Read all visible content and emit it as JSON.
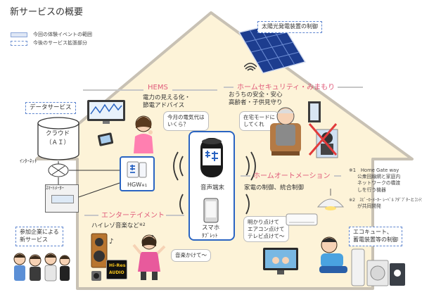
{
  "title": "新サービスの概要",
  "legend": {
    "solid": "今回の体験イベントの範囲",
    "dashed": "今後のサービス拡張部分"
  },
  "solar": {
    "label": "太陽光発電装置の制御"
  },
  "data_service": {
    "label": "データサービス"
  },
  "cloud": {
    "line1": "クラウド",
    "line2": "（ＡＩ）"
  },
  "internet": {
    "label": "ｲﾝﾀｰﾈｯﾄ"
  },
  "smart_meter": {
    "label": "ｽﾏｰﾄﾒｰﾀｰ"
  },
  "hgw": {
    "label": "HGW",
    "mark": "※1"
  },
  "partners": {
    "line1": "参加企業による",
    "line2": "新サービス"
  },
  "hems": {
    "title": "HEMS",
    "desc1": "電力の見える化・",
    "desc2": "節電アドバイス",
    "bubble1": "今月の電気代は",
    "bubble2": "いくら？"
  },
  "security": {
    "title": "ホームセキュリティ・みまもり",
    "desc1": "おうちの安全・安心",
    "desc2": "高齢者・子供見守り",
    "bubble1": "在宅モードに",
    "bubble2": "してくれ"
  },
  "automation": {
    "title": "ホームオートメーション",
    "desc": "家電の制御、統合制御",
    "bubble1": "明かり点けて",
    "bubble2": "エアコン点けて",
    "bubble3": "テレビ点けて〜"
  },
  "entertainment": {
    "title": "エンターテイメント",
    "desc": "ハイレゾ音楽など",
    "mark": "※2",
    "bubble": "音楽かけて〜",
    "hires1": "Hi-Res",
    "hires2": "AUDIO"
  },
  "speaker": {
    "label": "音声端末"
  },
  "tablet": {
    "line1": "スマホ",
    "line2": "ﾀﾌﾞﾚｯﾄ"
  },
  "notes": {
    "n1a": "※1　Home Gate way",
    "n1b": "公衆回線網と家庭内",
    "n1c": "ネットワークの橋渡",
    "n1d": "しを行う機器",
    "n2a": "※2　ｽﾋﾟｰｶｰﾒｰｶｰ ﾚｰﾍﾞﾙ ｱﾀﾞﾌﾟﾀｰとｺﾝﾃﾝﾂ",
    "n2b": "が共同開発"
  },
  "ecocute": {
    "line1": "エコキュート、",
    "line2": "蓄電装置等の制御"
  },
  "colors": {
    "house_fill": "#fdf3d8",
    "house_stroke": "#c8c1b4",
    "zone_title": "#e05b7a",
    "dashed_blue": "#5f86cf",
    "speaker_box": "#2a64c2",
    "hgw_box": "#2a64c2"
  }
}
